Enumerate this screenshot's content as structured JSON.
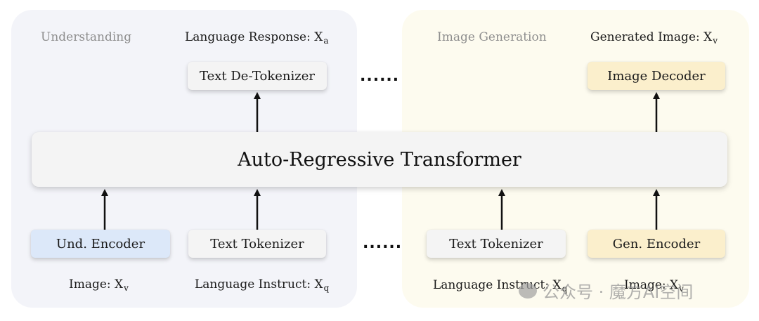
{
  "understanding": {
    "title": "Understanding",
    "output_label": {
      "text": "Language Response: X",
      "sub": "a"
    },
    "detokenizer": "Text De-Tokenizer",
    "und_encoder": "Und. Encoder",
    "text_tokenizer": "Text Tokenizer",
    "image_input": {
      "text": "Image: X",
      "sub": "v"
    },
    "instruct_input": {
      "text": "Language Instruct: X",
      "sub": "q"
    }
  },
  "generation": {
    "title": "Image Generation",
    "output_label": {
      "text": "Generated Image: X",
      "sub": "v"
    },
    "image_decoder": "Image Decoder",
    "text_tokenizer": "Text Tokenizer",
    "gen_encoder": "Gen. Encoder",
    "instruct_input": {
      "text": "Language Instruct: X",
      "sub": "q"
    },
    "image_input": {
      "text": "Image: X",
      "sub": "v"
    }
  },
  "transformer": "Auto-Regressive Transformer",
  "ellipsis": "......",
  "watermark": "公众号 · 魔方AI空间",
  "colors": {
    "und_panel": "#f3f4f9",
    "gen_panel": "#fdfbef",
    "und_encoder_fill": "#dce8f9",
    "gen_box_fill": "#fbefcc",
    "neutral_box_fill": "#f4f4f4"
  }
}
